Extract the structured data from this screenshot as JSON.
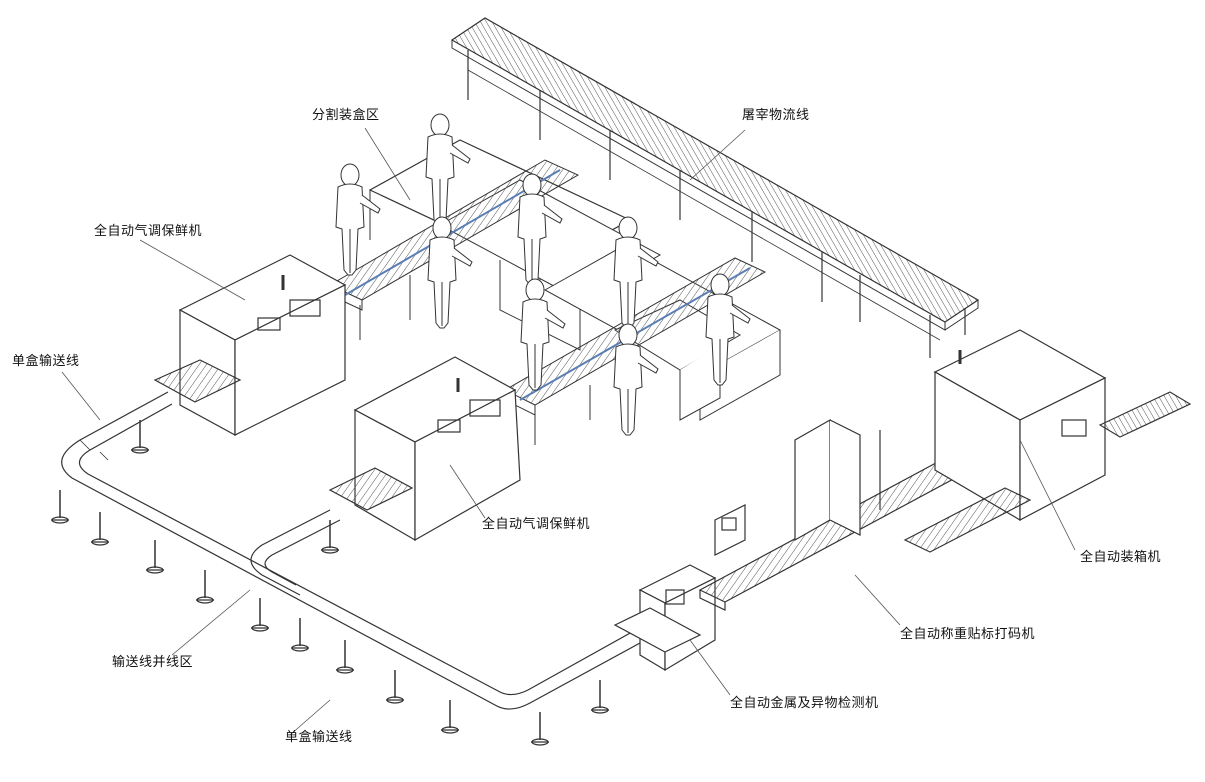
{
  "labels": {
    "slaughter_line": "屠宰物流线",
    "cutting_packing_area": "分割装盒区",
    "map_machine_1": "全自动气调保鲜机",
    "map_machine_2": "全自动气调保鲜机",
    "single_box_conveyor_1": "单盒输送线",
    "single_box_conveyor_2": "单盒输送线",
    "merge_zone": "输送线并线区",
    "metal_detector": "全自动金属及异物检测机",
    "weigh_label_printer": "全自动称重贴标打码机",
    "auto_case_packer": "全自动装箱机"
  },
  "colors": {
    "line": "#333333",
    "conveyor_accent": "#5b7fb5",
    "watermark": "#7d9ccf"
  },
  "icons": [
    "operator-figure",
    "worktable",
    "conveyor-roller",
    "control-panel"
  ]
}
